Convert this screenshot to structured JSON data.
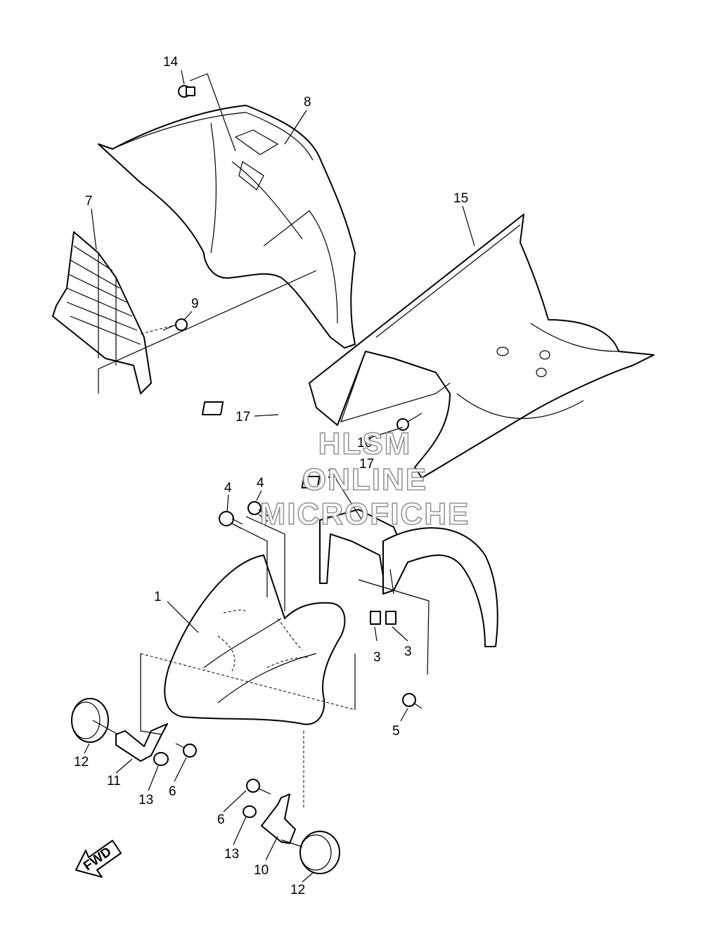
{
  "watermark": {
    "line1": "HLSM",
    "line2": "ONLINE",
    "line3": "MICROFICHE"
  },
  "direction_arrow": {
    "label": "FWD",
    "icon": "fwd-arrow-icon"
  },
  "callouts": {
    "c14": "14",
    "c8": "8",
    "c7": "7",
    "c15": "15",
    "c9": "9",
    "c17a": "17",
    "c16": "16",
    "c17b": "17",
    "c2": "2",
    "c4a": "4",
    "c4b": "4",
    "c1": "1",
    "c3a": "3",
    "c3b": "3",
    "c5": "5",
    "c12a": "12",
    "c11": "11",
    "c13a": "13",
    "c6a": "6",
    "c6b": "6",
    "c13b": "13",
    "c10": "10",
    "c12b": "12"
  }
}
